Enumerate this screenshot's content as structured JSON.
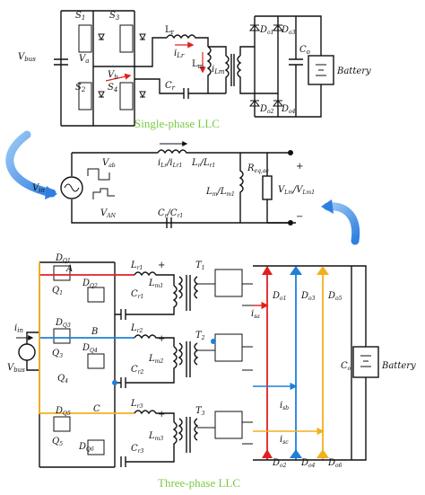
{
  "colors": {
    "wire": "#111111",
    "phaseA": "#e02020",
    "phaseB": "#1e7fd8",
    "phaseC": "#f2b01e",
    "caption": "#7ac943",
    "arrow": "#3f8fe0",
    "annotation": "#e02020"
  },
  "top": {
    "caption": "Single-phase LLC",
    "vbus": "V",
    "vbus_sub": "bus",
    "s1": "S",
    "s1_sub": "1",
    "s2": "S",
    "s2_sub": "2",
    "s3": "S",
    "s3_sub": "3",
    "s4": "S",
    "s4_sub": "4",
    "va": "V",
    "va_sub": "a",
    "vb": "V",
    "vb_sub": "b",
    "lr": "L",
    "lr_sub": "r",
    "ilr": "i",
    "ilr_sub": "Lr",
    "lm": "L",
    "lm_sub": "m",
    "ilm": "i",
    "ilm_sub": "Lm",
    "cr": "C",
    "cr_sub": "r",
    "co": "C",
    "co_sub": "o",
    "do1": "D",
    "do1_sub": "o1",
    "do2": "D",
    "do2_sub": "o2",
    "do3": "D",
    "do3_sub": "o3",
    "do4": "D",
    "do4_sub": "o4",
    "battery": "Battery"
  },
  "mid": {
    "i_label": "i",
    "i_label_sub": "Lr",
    "i_label_mid": "/i",
    "i_label_sub2": "Lr1",
    "l_label": "L",
    "l_label_sub": "r",
    "l_label_mid": "/L",
    "l_label_sub2": "r1",
    "vab": "V",
    "vab_sub": "ab",
    "van": "V",
    "van_sub": "AN",
    "vin": "V",
    "vin_sub": "in",
    "c_label": "C",
    "c_label_sub": "r",
    "c_label_mid": "/C",
    "c_label_sub2": "r1",
    "lm_label": "L",
    "lm_label_sub": "m",
    "lm_label_mid": "/L",
    "lm_label_sub2": "m1",
    "req": "R",
    "req_sub": "eq,ac",
    "vlm": "V",
    "vlm_sub": "Lm",
    "vlm_mid": "/V",
    "vlm_sub2": "Lm1",
    "plus": "+",
    "minus": "−"
  },
  "bottom": {
    "caption": "Three-phase LLC",
    "vbus": "V",
    "vbus_sub": "bus",
    "iin": "i",
    "iin_sub": "in",
    "phase_a": "A",
    "phase_b": "B",
    "phase_c": "C",
    "dq1": "D",
    "dq1_sub": "Q1",
    "dq2": "D",
    "dq2_sub": "Q2",
    "dq3": "D",
    "dq3_sub": "Q3",
    "dq4": "D",
    "dq4_sub": "Q4",
    "dq5": "D",
    "dq5_sub": "Q5",
    "dq6": "D",
    "dq6_sub": "Q6",
    "q1": "Q",
    "q1_sub": "1",
    "q3": "Q",
    "q3_sub": "3",
    "q4": "Q",
    "q4_sub": "4",
    "q5": "Q",
    "q5_sub": "5",
    "lr1": "L",
    "lr1_sub": "r1",
    "lr2": "L",
    "lr2_sub": "r2",
    "lr3": "L",
    "lr3_sub": "r3",
    "cr1": "C",
    "cr1_sub": "r1",
    "cr2": "C",
    "cr2_sub": "r2",
    "cr3": "C",
    "cr3_sub": "r3",
    "lm1": "L",
    "lm1_sub": "m1",
    "lm2": "L",
    "lm2_sub": "m2",
    "lm3": "L",
    "lm3_sub": "m3",
    "t1": "T",
    "t1_sub": "1",
    "t2": "T",
    "t2_sub": "2",
    "t3": "T",
    "t3_sub": "3",
    "isa": "i",
    "isa_sub": "sa",
    "isb": "i",
    "isb_sub": "sb",
    "isc": "i",
    "isc_sub": "sc",
    "do1": "D",
    "do1_sub": "o1",
    "do2": "D",
    "do2_sub": "o2",
    "do3": "D",
    "do3_sub": "o3",
    "do4": "D",
    "do4_sub": "o4",
    "do5": "D",
    "do5_sub": "o5",
    "do6": "D",
    "do6_sub": "o6",
    "co": "C",
    "co_sub": "o",
    "battery": "Battery",
    "plus": "+"
  }
}
